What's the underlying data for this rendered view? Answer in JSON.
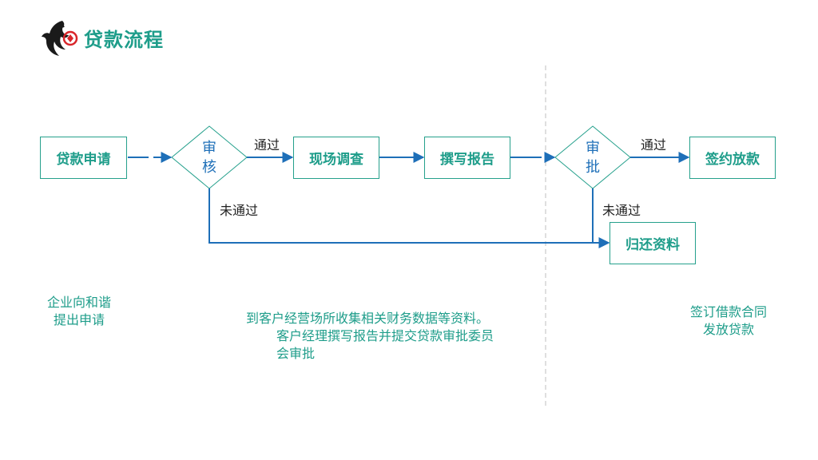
{
  "header": {
    "title": "贷款流程",
    "logo_icon": "dragon-logo-icon"
  },
  "nodes": {
    "apply": "贷款申请",
    "review": [
      "审",
      "核"
    ],
    "survey": "现场调查",
    "report": "撰写报告",
    "approve": [
      "审",
      "批"
    ],
    "sign": "签约放款",
    "return": "归还资料"
  },
  "edges": {
    "pass1": "通过",
    "fail1": "未通过",
    "pass2": "通过",
    "fail2": "未通过"
  },
  "notes": {
    "left": [
      "企业向和谐",
      "提出申请"
    ],
    "middle": [
      "到客户经营场所收集相关财务数据等资料。",
      "客户经理撰写报告并提交贷款审批委员",
      "会审批"
    ],
    "right": [
      "签订借款合同",
      "发放贷款"
    ]
  },
  "colors": {
    "accent": "#1e9d8a",
    "line": "#1e6fb8",
    "box_border": "#25a08c"
  }
}
